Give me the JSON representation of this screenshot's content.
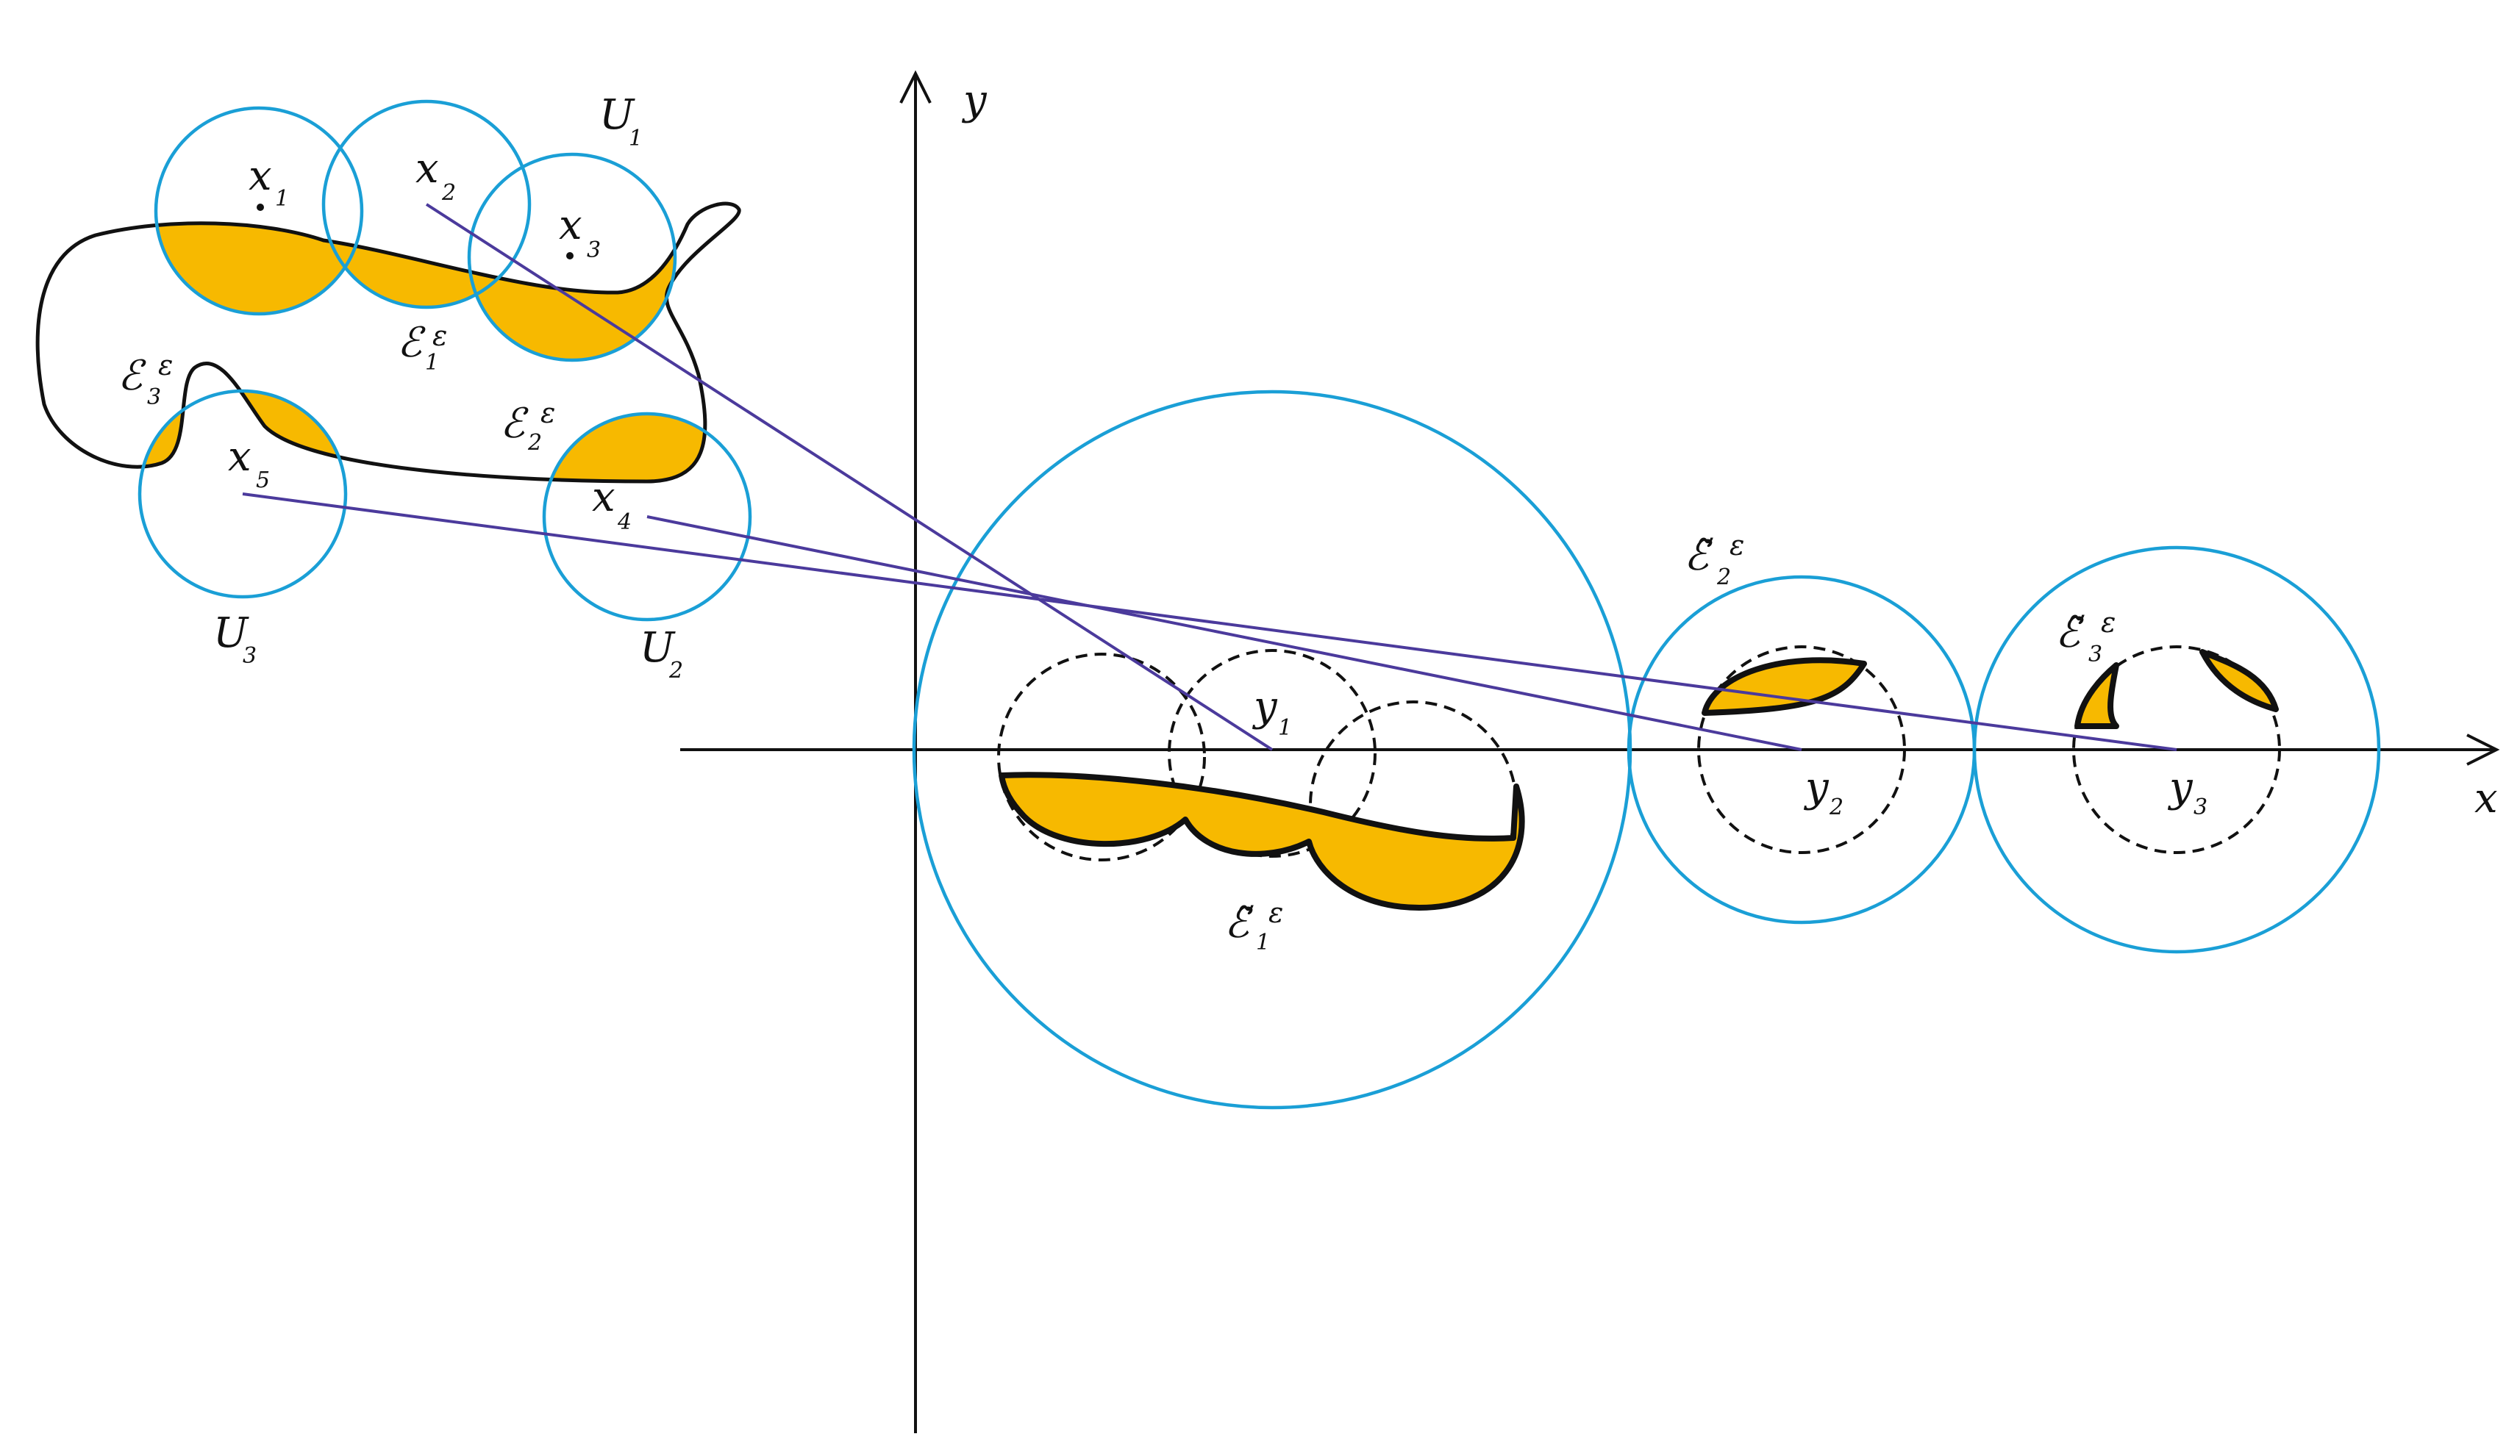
{
  "colors": {
    "circle": "#1a9fd6",
    "fill": "#f7b900",
    "map_line": "#4b3a9c",
    "ink": "#111111"
  },
  "axes": {
    "x_label": "x",
    "y_label": "y"
  },
  "points": {
    "x1": {
      "base": "x",
      "sub": "1"
    },
    "x2": {
      "base": "x",
      "sub": "2"
    },
    "x3": {
      "base": "x",
      "sub": "3"
    },
    "x4": {
      "base": "x",
      "sub": "4"
    },
    "x5": {
      "base": "x",
      "sub": "5"
    },
    "y1": {
      "base": "y",
      "sub": "1"
    },
    "y2": {
      "base": "y",
      "sub": "2"
    },
    "y3": {
      "base": "y",
      "sub": "3"
    }
  },
  "neighborhoods": {
    "U1": {
      "base": "U",
      "sub": "1"
    },
    "U2": {
      "base": "U",
      "sub": "2"
    },
    "U3": {
      "base": "U",
      "sub": "3"
    }
  },
  "sets": {
    "E1": {
      "base": "ℰ",
      "sub": "1",
      "sup": "ε"
    },
    "E2": {
      "base": "ℰ",
      "sub": "2",
      "sup": "ε"
    },
    "E3": {
      "base": "ℰ",
      "sub": "3",
      "sup": "ε"
    },
    "E1t": {
      "base": "ℰ̃",
      "sub": "1",
      "sup": "ε"
    },
    "E2t": {
      "base": "ℰ̃",
      "sub": "2",
      "sup": "ε"
    },
    "E3t": {
      "base": "ℰ̃",
      "sub": "3",
      "sup": "ε"
    }
  }
}
